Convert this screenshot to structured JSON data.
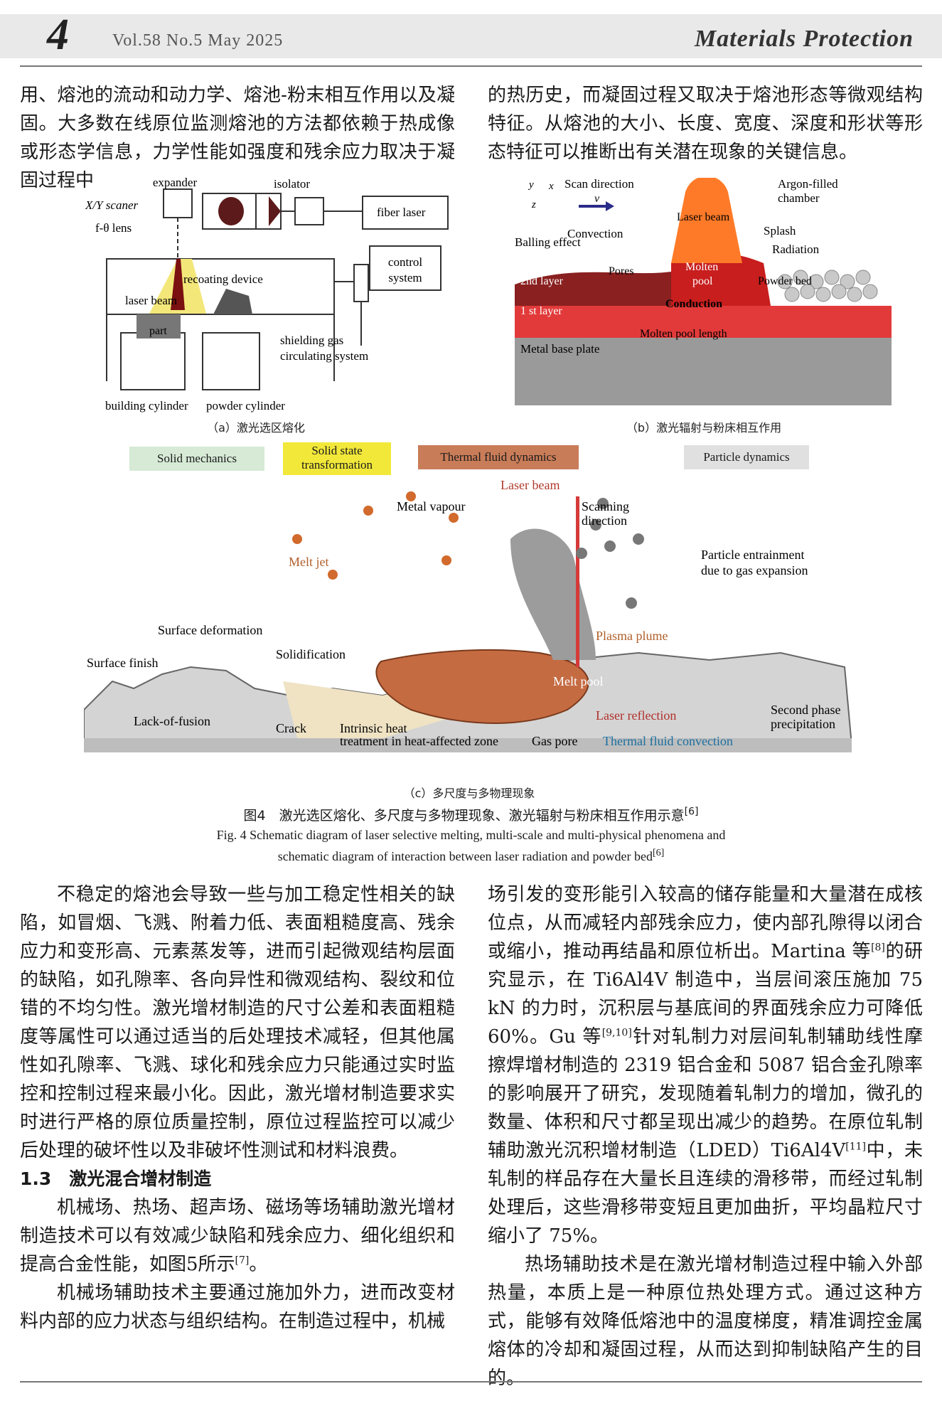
{
  "header": {
    "page_number": "4",
    "issue": "Vol.58  No.5  May 2025",
    "journal": "Materials Protection"
  },
  "top_left_text": "用、熔池的流动和动力学、熔池-粉末相互作用以及凝固。大多数在线原位监测熔池的方法都依赖于热成像或形态学信息，力学性能如强度和残余应力取决于凝固过程中",
  "top_right_text": "的热历史，而凝固过程又取决于熔池形态等微观结构特征。从熔池的大小、长度、宽度、深度和形状等形态特征可以推断出有关潜在现象的关键信息。",
  "figure": {
    "a": {
      "caption": "（a）激光选区熔化",
      "labels": {
        "expander": "expander",
        "isolator": "isolator",
        "scanner": "X/Y scaner",
        "lens": "f-θ lens",
        "fiber_laser": "fiber laser",
        "control_system_1": "control",
        "control_system_2": "system",
        "recoating": "recoating device",
        "laser_beam": "laser beam",
        "part": "part",
        "shielding_1": "shielding gas",
        "shielding_2": "circulating system",
        "building_cylinder": "building cylinder",
        "powder_cylinder": "powder cylinder"
      }
    },
    "b": {
      "caption": "（b）激光辐射与粉床相互作用",
      "labels": {
        "scan_direction": "Scan direction",
        "v": "v",
        "argon_1": "Argon-filled",
        "argon_2": "chamber",
        "laser_beam": "Laser beam",
        "convection": "Convection",
        "balling": "Balling effect",
        "splash": "Splash",
        "radiation": "Radiation",
        "pores": "Pores",
        "molten_1": "Molten",
        "molten_2": "pool",
        "layer2": "2nd layer",
        "powder_bed": "Powder bed",
        "layer1": "1 st layer",
        "conduction": "Conduction",
        "pool_length": "Molten pool length",
        "base_plate": "Metal base plate",
        "axis_x": "x",
        "axis_y": "y",
        "axis_z": "z"
      }
    },
    "c": {
      "caption": "（c）多尺度与多物理现象",
      "legend": [
        "Solid mechanics",
        "Solid state transformation",
        "Thermal fluid dynamics",
        "Particle dynamics"
      ],
      "legend_colors": [
        "#d6ead6",
        "#f2e83a",
        "#c97c58",
        "#e0e0e0"
      ],
      "labels": {
        "laser_beam": "Laser beam",
        "metal_vapour": "Metal vapour",
        "scanning_1": "Scanning",
        "scanning_2": "direction",
        "melt_jet": "Melt jet",
        "entrainment_1": "Particle entrainment",
        "entrainment_2": "due to gas expansion",
        "surface_deformation": "Surface deformation",
        "plasma_plume": "Plasma plume",
        "solidification": "Solidification",
        "surface_finish": "Surface finish",
        "melt_pool": "Melt pool",
        "laser_reflection": "Laser reflection",
        "lack_of_fusion": "Lack-of-fusion",
        "crack": "Crack",
        "intrinsic_1": "Intrinsic heat",
        "intrinsic_2": "treatment in heat-affected zone",
        "gas_pore": "Gas pore",
        "thermal_conv": "Thermal fluid convection",
        "second_phase_1": "Second phase",
        "second_phase_2": "precipitation"
      }
    },
    "caption_cn": "图4　激光选区熔化、多尺度与多物理现象、激光辐射与粉床相互作用示意",
    "caption_cn_ref": "[6]",
    "caption_en_1": "Fig. 4   Schematic diagram of laser selective melting, multi-scale and multi-physical phenomena and",
    "caption_en_2": "schematic diagram of interaction between laser radiation and powder bed",
    "caption_en_ref": "[6]"
  },
  "bottom_left": {
    "para1": "不稳定的熔池会导致一些与加工稳定性相关的缺陷，如冒烟、飞溅、附着力低、表面粗糙度高、残余应力和变形高、元素蒸发等，进而引起微观结构层面的缺陷，如孔隙率、各向异性和微观结构、裂纹和位错的不均匀性。激光增材制造的尺寸公差和表面粗糙度等属性可以通过适当的后处理技术减轻，但其他属性如孔隙率、飞溅、球化和残余应力只能通过实时监控和控制过程来最小化。因此，激光增材制造要求实时进行严格的原位质量控制，原位过程监控可以减少后处理的破坏性以及非破坏性测试和材料浪费。",
    "section": "1.3　激光混合增材制造",
    "para2": "机械场、热场、超声场、磁场等场辅助激光增材制造技术可以有效减少缺陷和残余应力、细化组织和提高合金性能，如图5所示",
    "para2_ref": "[7]",
    "para2_end": "。",
    "para3": "机械场辅助技术主要通过施加外力，进而改变材料内部的应力状态与组织结构。在制造过程中，机械"
  },
  "bottom_right": {
    "para1a": "场引发的变形能引入较高的储存能量和大量潜在成核位点，从而减轻内部残余应力，使内部孔隙得以闭合或缩小，推动再结晶和原位析出。Martina 等",
    "ref8": "[8]",
    "para1b": "的研究显示，在 Ti6Al4V 制造中，当层间滚压施加 75 kN 的力时，沉积层与基底间的界面残余应力可降低 60%。Gu 等",
    "ref910": "[9,10]",
    "para1c": "针对轧制力对层间轧制辅助线性摩擦焊增材制造的 2319 铝合金和 5087 铝合金孔隙率的影响展开了研究，发现随着轧制力的增加，微孔的数量、体积和尺寸都呈现出减少的趋势。在原位轧制辅助激光沉积增材制造（LDED）Ti6Al4V",
    "ref11": "[11]",
    "para1d": "中，未轧制的样品存在大量长且连续的滑移带，而经过轧制处理后，这些滑移带变短且更加曲折，平均晶粒尺寸缩小了 75%。",
    "para2": "热场辅助技术是在激光增材制造过程中输入外部热量，本质上是一种原位热处理方式。通过这种方式，能够有效降低熔池中的温度梯度，精准调控金属熔体的冷却和凝固过程，从而达到抑制缺陷产生的目的。"
  }
}
